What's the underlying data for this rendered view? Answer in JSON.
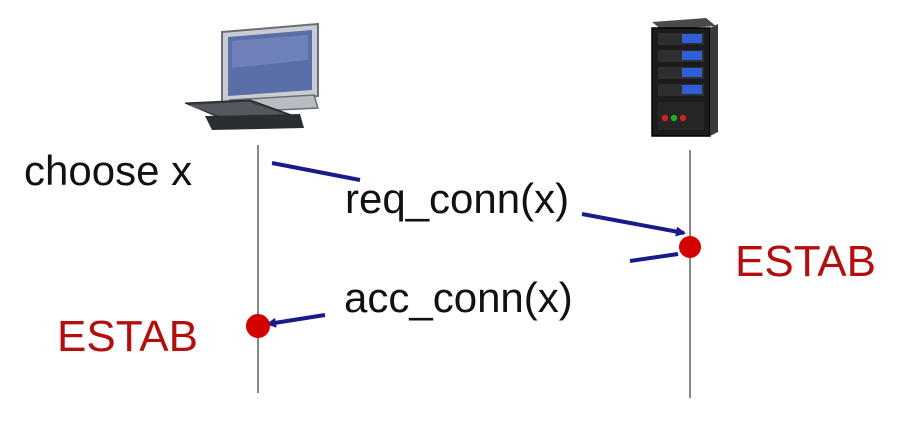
{
  "client": {
    "icon": "desktop-computer-icon",
    "action_label": "choose x",
    "state_label": "ESTAB"
  },
  "server": {
    "icon": "server-tower-icon",
    "state_label": "ESTAB"
  },
  "messages": [
    {
      "label": "req_conn(x)",
      "direction": "client-to-server"
    },
    {
      "label": "acc_conn(x)",
      "direction": "server-to-client"
    }
  ],
  "colors": {
    "arrow": "#1a1a8c",
    "state_dot": "#d40000",
    "state_text": "#b30f0f",
    "timeline": "#888888"
  }
}
